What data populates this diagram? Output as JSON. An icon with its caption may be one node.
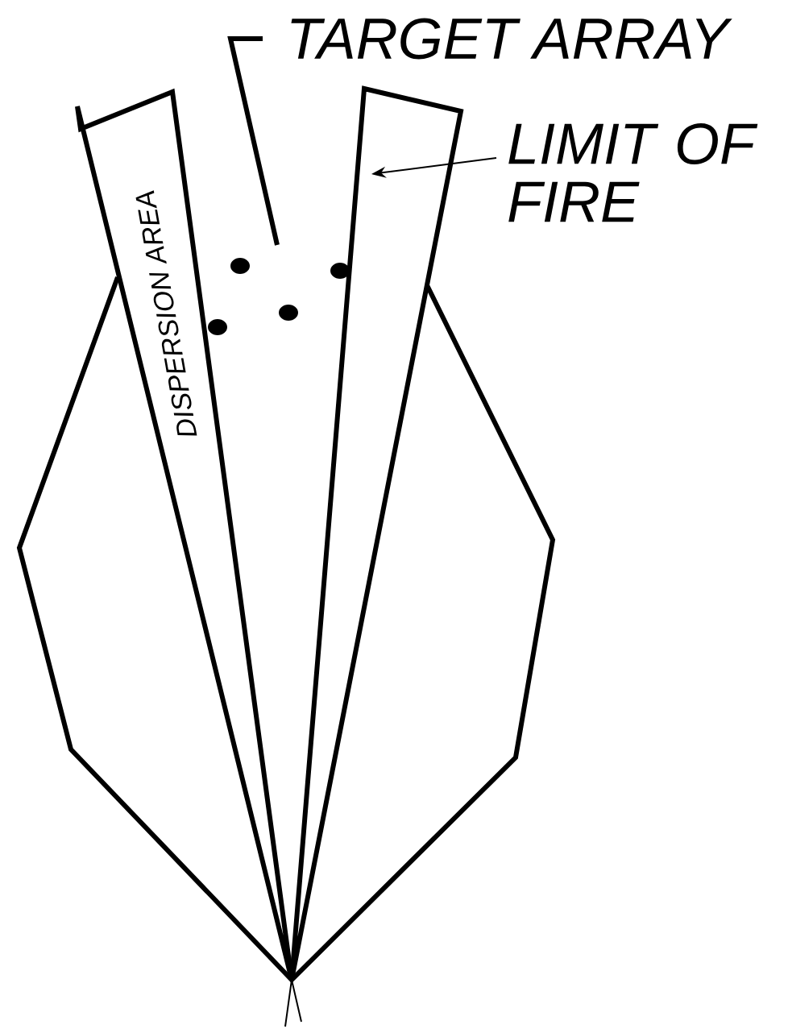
{
  "diagram": {
    "nodes": [
      {
        "text": [
          "DISPERSION AREA"
        ]
      },
      {
        "text": [
          "TARGET ARRAY"
        ]
      },
      {
        "text": [
          "LIMIT OF FIRE"
        ]
      },
      {
        "text": [],
        "shape": "box"
      }
    ],
    "edges": [
      {
        "from": 1,
        "to": null,
        "arrow": "none",
        "style": "thick"
      },
      {
        "from": 2,
        "to": 3,
        "arrow": "to"
      }
    ]
  }
}
